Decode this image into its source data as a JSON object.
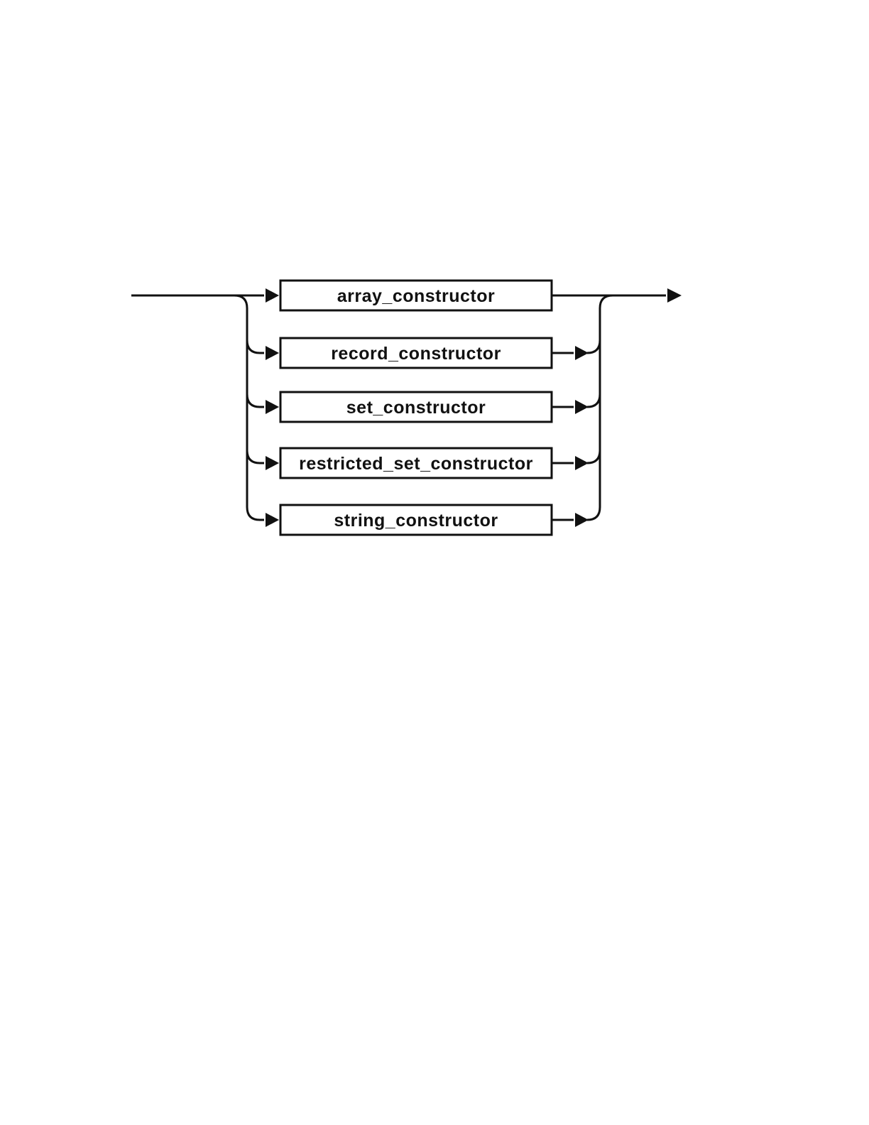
{
  "diagram": {
    "kind": "railroad-syntax-diagram",
    "line_color": "#111111",
    "background": "#ffffff",
    "branches": [
      {
        "label": "array_constructor"
      },
      {
        "label": "record_constructor"
      },
      {
        "label": "set_constructor"
      },
      {
        "label": "restricted_set_constructor"
      },
      {
        "label": "string_constructor"
      }
    ]
  }
}
